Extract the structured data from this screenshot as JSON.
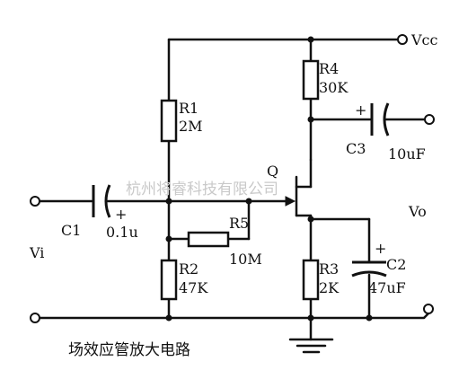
{
  "labels": {
    "vcc": "Vcc",
    "r1_name": "R1",
    "r1_value": "2M",
    "r2_name": "R2",
    "r2_value": "47K",
    "r3_name": "R3",
    "r3_value": "2K",
    "r4_name": "R4",
    "r4_value": "30K",
    "r5_name": "R5",
    "r5_value": "10M",
    "c1_name": "C1",
    "c1_value": "0.1u",
    "c1_polarity": "+",
    "c2_name": "C2",
    "c2_value": "47uF",
    "c2_polarity": "+",
    "c3_name": "C3",
    "c3_value": "10uF",
    "c3_polarity": "+",
    "q_name": "Q",
    "vi": "Vi",
    "vo": "Vo"
  },
  "caption": "场效应管放大电路",
  "watermark": "杭州将睿科技有限公司"
}
